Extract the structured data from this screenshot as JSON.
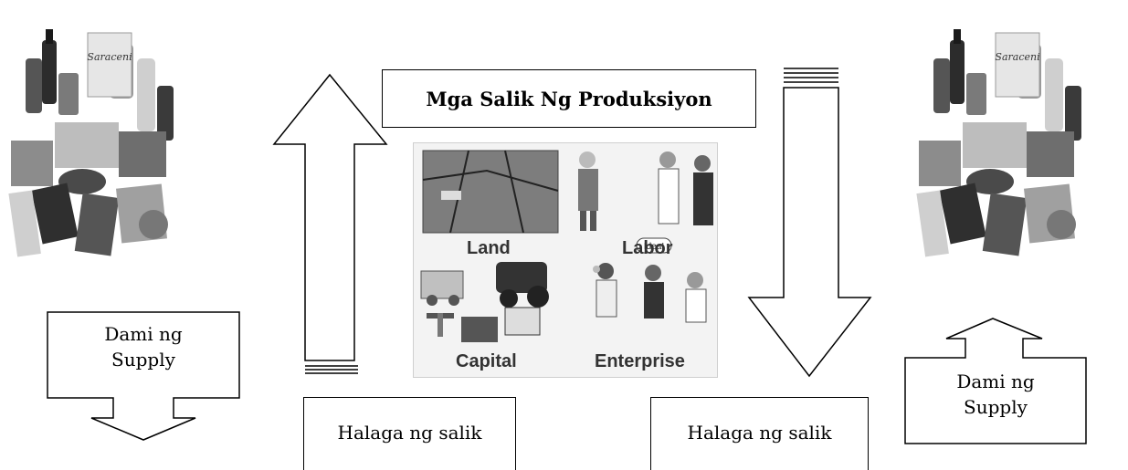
{
  "title": "Mga Salik Ng Produksiyon",
  "factors": [
    "Land",
    "Labor",
    "Capital",
    "Enterprise"
  ],
  "idea_bubble": "Idea!",
  "product_brand": "Saraceni",
  "left_callout": "Dami ng Supply",
  "left_callout_lines": [
    "Dami ng",
    "Supply"
  ],
  "right_callout": "Dami ng Supply",
  "right_callout_lines": [
    "Dami ng",
    "Supply"
  ],
  "left_price_label": "Halaga ng salik",
  "right_price_label": "Halaga ng salik",
  "arrows": {
    "left_column": "up",
    "right_column": "down",
    "left_callout": "down",
    "right_callout": "up"
  },
  "colors": {
    "stroke": "#000000",
    "background": "#ffffff",
    "panel": "#f3f3f3"
  }
}
